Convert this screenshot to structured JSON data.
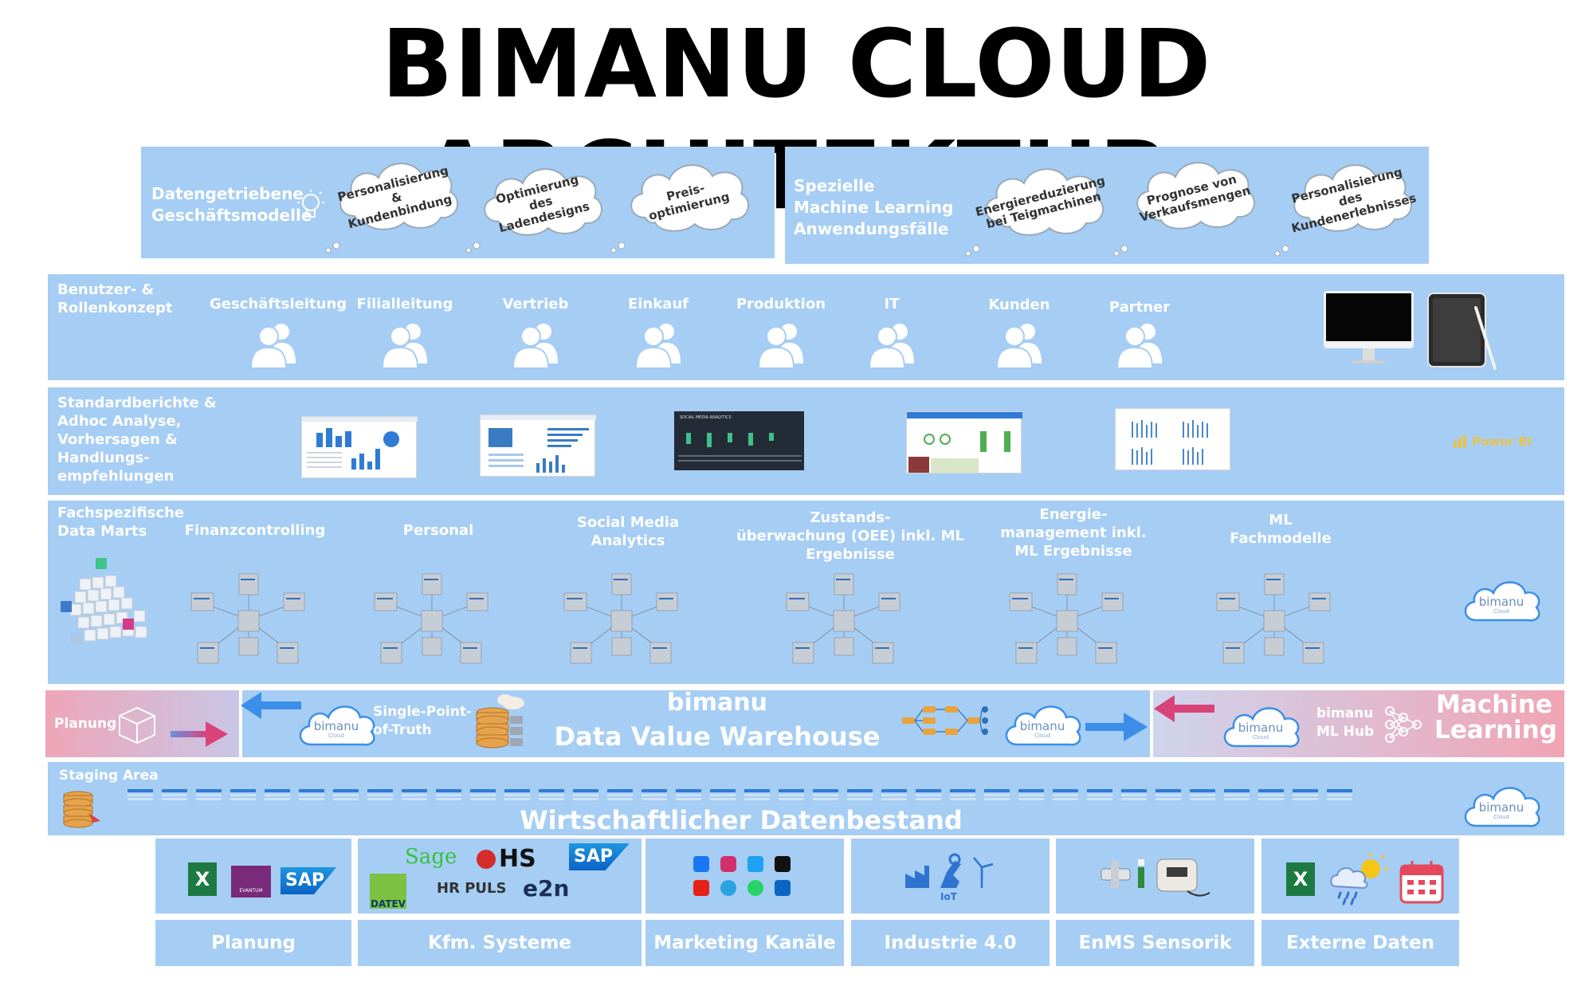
{
  "title": "BIMANU CLOUD ARCHITEKTUR",
  "top_left": {
    "label": [
      "Datengetriebene",
      "Geschäftsmodelle"
    ],
    "clouds": [
      "Personalisierung & Kundenbindung",
      "Optimierung des Ladendesigns",
      "Preis-optimierung"
    ]
  },
  "top_right": {
    "label": [
      "Spezielle",
      "Machine Learning",
      "Anwendungsfälle"
    ],
    "clouds": [
      "Energiereduzierung bei Teigmachinen",
      "Prognose von Verkaufsmengen",
      "Personalisierung des Kundenerlebnisses"
    ]
  },
  "roles": {
    "label": [
      "Benutzer- &",
      "Rollenkonzept"
    ],
    "items": [
      "Geschäftsleitung",
      "Filialleitung",
      "Vertrieb",
      "Einkauf",
      "Produktion",
      "IT",
      "Kunden",
      "Partner"
    ]
  },
  "reports": {
    "label": [
      "Standardberichte &",
      "Adhoc Analyse,",
      "Vorhersagen &",
      "Handlungs-",
      "empfehlungen"
    ],
    "dashboard_title": "SOCIAL MEDIA ANALYTICS",
    "powerbi": "Power BI"
  },
  "marts": {
    "label": [
      "Fachspezifische",
      "Data Marts"
    ],
    "items": [
      [
        "Finanzcontrolling"
      ],
      [
        "Personal"
      ],
      [
        "Social Media",
        "Analytics"
      ],
      [
        "Zustands-",
        "überwachung (OEE) inkl. ML",
        "Ergebnisse"
      ],
      [
        "Energie-",
        "management inkl.",
        "ML Ergebnisse"
      ],
      [
        "ML",
        "Fachmodelle"
      ]
    ]
  },
  "warehouse": {
    "planung": "Planung",
    "sot": [
      "Single-Point-",
      "of-Truth"
    ],
    "title_top": "bimanu",
    "title_bottom": "Data Value Warehouse",
    "mlhub": [
      "bimanu",
      "ML Hub"
    ],
    "ml": [
      "Machine",
      "Learning"
    ]
  },
  "staging": {
    "label": "Staging Area",
    "title": "Wirtschaftlicher Datenbestand"
  },
  "bimanu_cloud": {
    "name": "bimanu",
    "sub": "Cloud"
  },
  "sources": [
    {
      "label": "Planung",
      "logos": [
        "X",
        "EVANTUM",
        "SAP"
      ]
    },
    {
      "label": "Kfm. Systeme",
      "logos": [
        "Sage",
        "HS",
        "SAP",
        "DATEV",
        "HR PULS",
        "e2n"
      ]
    },
    {
      "label": "Marketing Kanäle",
      "logos": []
    },
    {
      "label": "Industrie 4.0",
      "logos": [
        "IoT"
      ]
    },
    {
      "label": "EnMS Sensorik",
      "logos": []
    },
    {
      "label": "Externe Daten",
      "logos": [
        "X"
      ]
    }
  ],
  "colors": {
    "panel": "#a6cdf4",
    "accent_blue": "#3b8fe8",
    "pink": "#f1a7b6",
    "person": "#ffffff"
  }
}
